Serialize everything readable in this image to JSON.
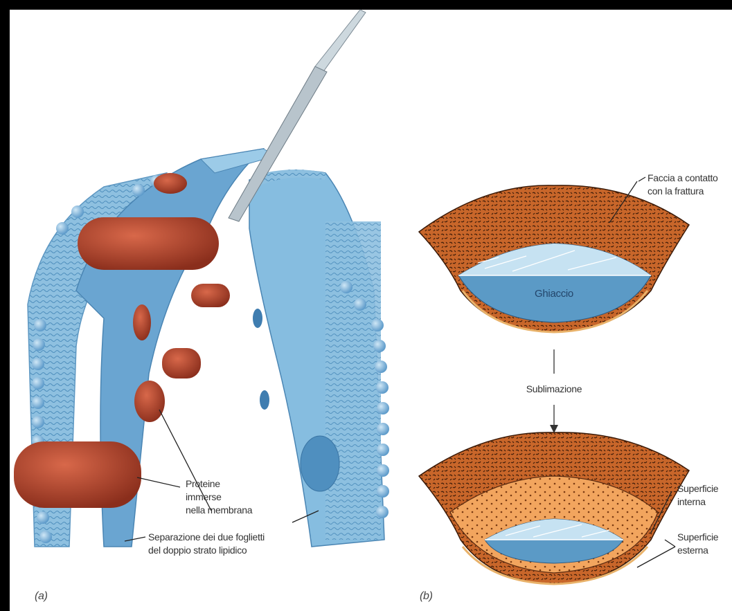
{
  "panel_a": {
    "letter": "(a)",
    "labels": {
      "proteins": [
        "Proteine",
        "immerse",
        "nella membrana"
      ],
      "separation": [
        "Separazione dei due foglietti",
        "del doppio strato lipidico"
      ]
    }
  },
  "panel_b": {
    "letter": "(b)",
    "labels": {
      "fracture_face": [
        "Faccia a contatto",
        "con la frattura"
      ],
      "ice": "Ghiaccio",
      "process": "Sublimazione",
      "inner_surface": [
        "Superficie",
        "interna"
      ],
      "outer_surface": [
        "Superficie",
        "esterna"
      ]
    }
  },
  "colors": {
    "membrane_blue": "#7fb3d8",
    "protein_red": "#b5442e",
    "fracture_orange": "#c8662a",
    "ice_blue": "#5b9ac6",
    "ice_light": "#c6e2f2",
    "inner_orange": "#f0a25a"
  }
}
